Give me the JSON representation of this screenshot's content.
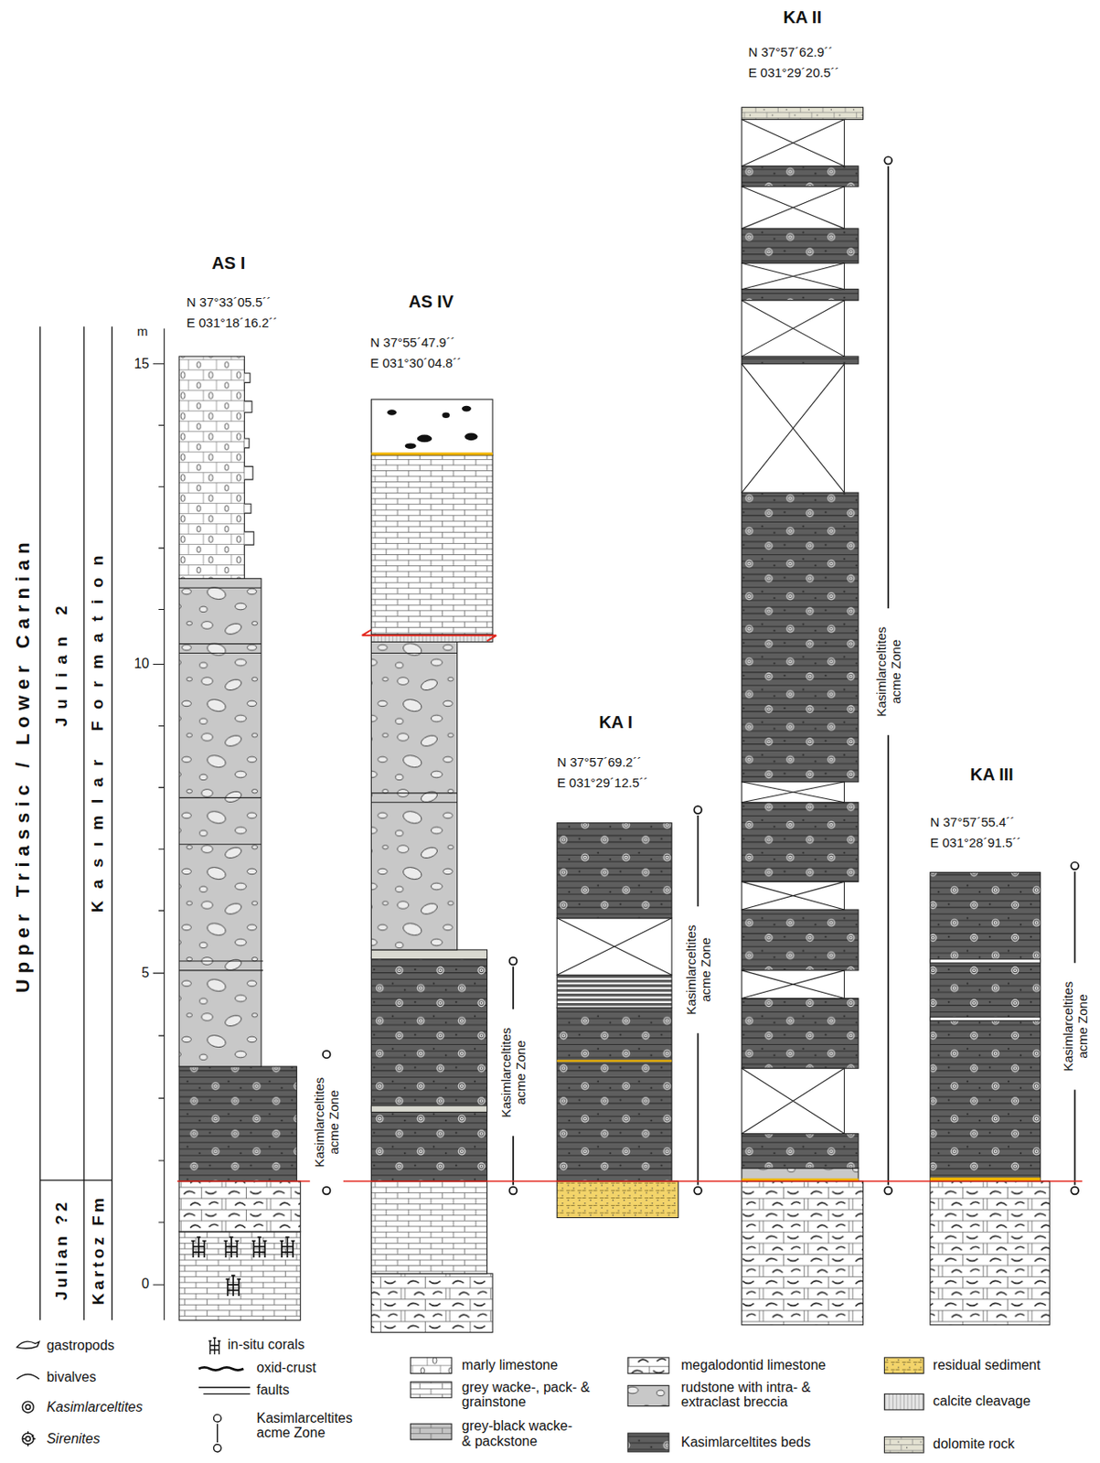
{
  "diagram": {
    "labels": [
      "Upper Triassic / Lower Carnian",
      "Julian 2",
      "Kasımlar Formation",
      "Julian ?2",
      "Kartoz Fm",
      "m",
      "15",
      "10",
      "5",
      "0",
      "AS I",
      "N 37°33´05.5´´",
      "E 031°18´16.2´´",
      "AS IV",
      "N 37°55´47.9´´",
      "E 031°30´04.8´´",
      "KA I",
      "N 37°57´69.2´´",
      "E 031°29´12.5´´",
      "KA II",
      "N 37°57´62.9´´",
      "E 031°29´20.5´´",
      "KA III",
      "N 37°57´55.4´´",
      "E 031°28´91.5´´",
      "Kasimlarceltites acme Zone",
      "Kasimlarceltites acme Zone",
      "Kasimlarceltites acme Zone",
      "Kasimlarceltites acme Zone",
      "Kasimlarceltites acme Zone"
    ],
    "legend": [
      {
        "text": "gastropods"
      },
      {
        "text": "bivalves"
      },
      {
        "text": "Kasimlarceltites"
      },
      {
        "text": "Sirenites"
      },
      {
        "text": "in-situ corals"
      },
      {
        "text": "oxid-crust"
      },
      {
        "text": "faults"
      },
      {
        "text": "Kasimlarceltites acme Zone"
      },
      {
        "text": "marly limestone"
      },
      {
        "text": "grey wacke-, pack- & grainstone"
      },
      {
        "text": "grey-black wacke- & packstone"
      },
      {
        "text": "megalodontid limestone"
      },
      {
        "text": "rudstone with intra- & extraclast breccia"
      },
      {
        "text": "Kasimlarceltites beds"
      },
      {
        "text": "residual sediment"
      },
      {
        "text": "calcite cleavage"
      },
      {
        "text": "dolomite rock"
      }
    ]
  }
}
